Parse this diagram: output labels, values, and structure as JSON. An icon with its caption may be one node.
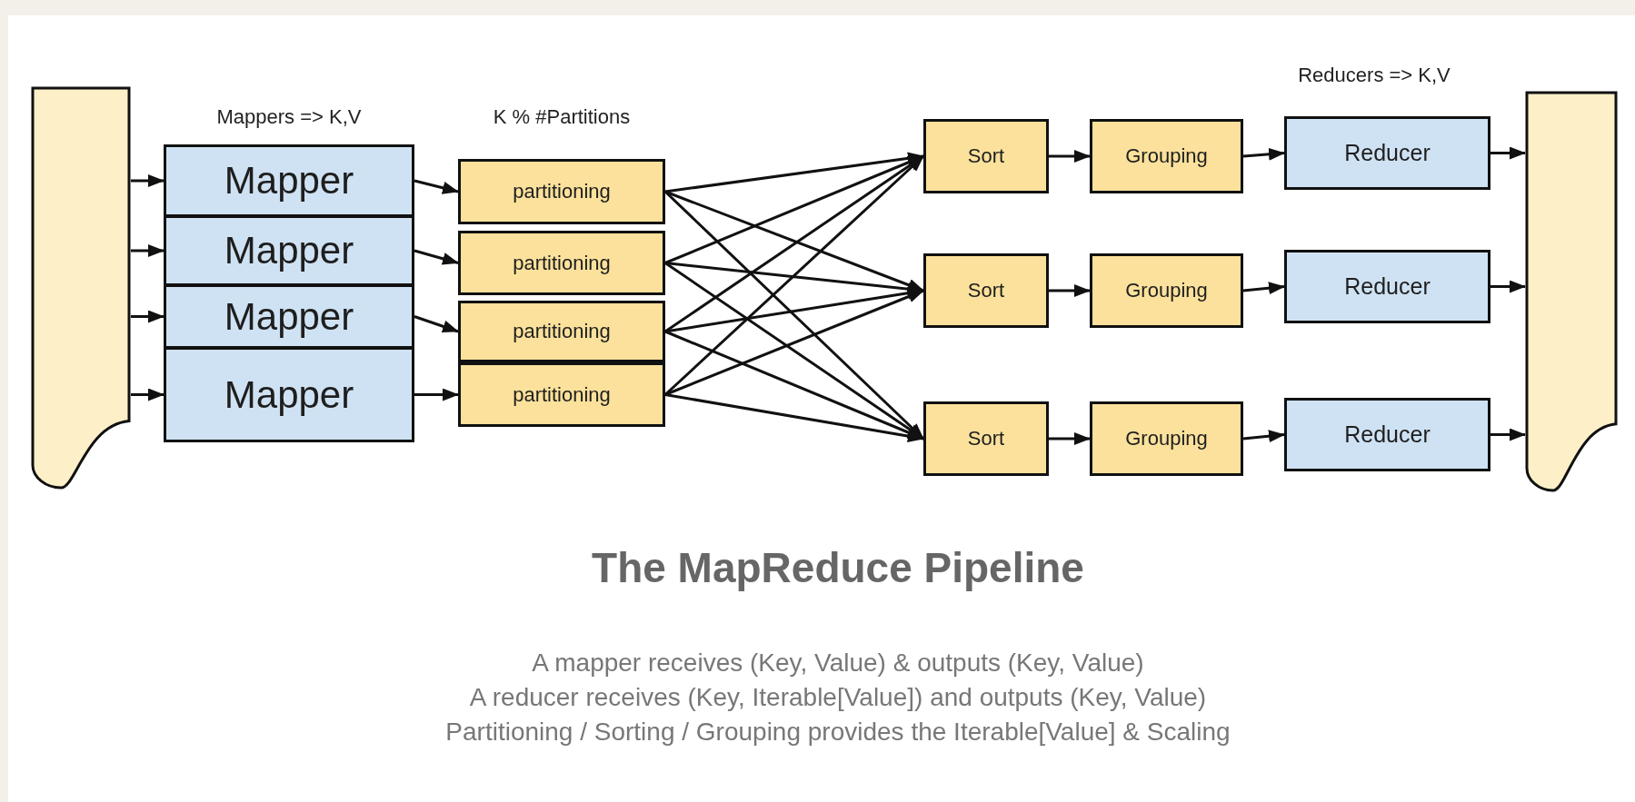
{
  "diagram": {
    "title": "The MapReduce Pipeline",
    "nodes": [
      {
        "text": [],
        "shape": "document"
      },
      {
        "text": [
          "Mapper"
        ]
      },
      {
        "text": [
          "Mapper"
        ]
      },
      {
        "text": [
          "Mapper"
        ]
      },
      {
        "text": [
          "Mapper"
        ]
      },
      {
        "text": [
          "partitioning"
        ]
      },
      {
        "text": [
          "partitioning"
        ]
      },
      {
        "text": [
          "partitioning"
        ]
      },
      {
        "text": [
          "partitioning"
        ]
      },
      {
        "text": [
          "Sort"
        ]
      },
      {
        "text": [
          "Grouping"
        ]
      },
      {
        "text": [
          "Reducer"
        ]
      },
      {
        "text": [
          "Sort"
        ]
      },
      {
        "text": [
          "Grouping"
        ]
      },
      {
        "text": [
          "Reducer"
        ]
      },
      {
        "text": [
          "Sort"
        ]
      },
      {
        "text": [
          "Grouping"
        ]
      },
      {
        "text": [
          "Reducer"
        ]
      },
      {
        "text": [],
        "shape": "document"
      }
    ],
    "edges": [
      {
        "from": 0,
        "to": 1,
        "arrow": "to"
      },
      {
        "from": 0,
        "to": 2,
        "arrow": "to"
      },
      {
        "from": 0,
        "to": 3,
        "arrow": "to"
      },
      {
        "from": 0,
        "to": 4,
        "arrow": "to"
      },
      {
        "from": 1,
        "to": 5,
        "arrow": "to"
      },
      {
        "from": 2,
        "to": 6,
        "arrow": "to"
      },
      {
        "from": 3,
        "to": 7,
        "arrow": "to"
      },
      {
        "from": 4,
        "to": 8,
        "arrow": "to"
      },
      {
        "from": 5,
        "to": 9,
        "arrow": "to"
      },
      {
        "from": 5,
        "to": 12,
        "arrow": "to"
      },
      {
        "from": 5,
        "to": 15,
        "arrow": "to"
      },
      {
        "from": 6,
        "to": 9,
        "arrow": "to"
      },
      {
        "from": 6,
        "to": 12,
        "arrow": "to"
      },
      {
        "from": 6,
        "to": 15,
        "arrow": "to"
      },
      {
        "from": 7,
        "to": 9,
        "arrow": "to"
      },
      {
        "from": 7,
        "to": 12,
        "arrow": "to"
      },
      {
        "from": 7,
        "to": 15,
        "arrow": "to"
      },
      {
        "from": 8,
        "to": 9,
        "arrow": "to"
      },
      {
        "from": 8,
        "to": 12,
        "arrow": "to"
      },
      {
        "from": 8,
        "to": 15,
        "arrow": "to"
      },
      {
        "from": 9,
        "to": 10,
        "arrow": "to"
      },
      {
        "from": 10,
        "to": 11,
        "arrow": "to"
      },
      {
        "from": 12,
        "to": 13,
        "arrow": "to"
      },
      {
        "from": 13,
        "to": 14,
        "arrow": "to"
      },
      {
        "from": 15,
        "to": 16,
        "arrow": "to"
      },
      {
        "from": 16,
        "to": 17,
        "arrow": "to"
      },
      {
        "from": 11,
        "to": 18,
        "arrow": "to"
      },
      {
        "from": 14,
        "to": 18,
        "arrow": "to"
      },
      {
        "from": 17,
        "to": 18,
        "arrow": "to"
      }
    ],
    "labels": [
      "Reducers => K,V",
      "Mappers => K,V",
      "K % #Partitions",
      "A mapper receives (Key, Value) & outputs (Key, Value)",
      "A reducer receives (Key, Iterable[Value]) and outputs (Key, Value)",
      "Partitioning / Sorting / Grouping provides the Iterable[Value] & Scaling"
    ]
  }
}
